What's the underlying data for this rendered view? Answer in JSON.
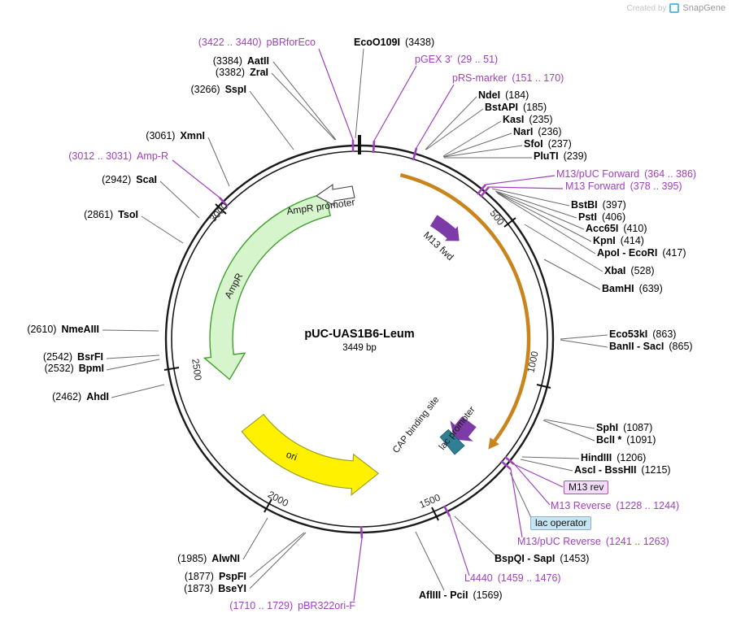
{
  "watermark": {
    "created_by": "Created by",
    "brand": "SnapGene"
  },
  "plasmid": {
    "name": "pUC-UAS1B6-Leum",
    "size": "3449 bp"
  },
  "ticks": [
    "500",
    "1000",
    "1500",
    "2000",
    "2500",
    "3000"
  ],
  "features": {
    "ampr": "AmpR",
    "ampr_promoter": "AmpR promoter",
    "ori": "ori",
    "m13_fwd": "M13 fwd",
    "cap": "CAP binding site",
    "lac_promoter": "lac promoter"
  },
  "boxes": {
    "m13_rev": "M13 rev",
    "lac_operator": "lac operator"
  },
  "sites_left": [
    {
      "pos": "(3384)",
      "name": "AatII"
    },
    {
      "pos": "(3382)",
      "name": "ZraI"
    },
    {
      "pos": "(3266)",
      "name": "SspI"
    },
    {
      "pos": "(3061)",
      "name": "XmnI"
    },
    {
      "pos": "(2942)",
      "name": "ScaI"
    },
    {
      "pos": "(2861)",
      "name": "TsoI"
    },
    {
      "pos": "(2610)",
      "name": "NmeAIII"
    },
    {
      "pos": "(2542)",
      "name": "BsrFI"
    },
    {
      "pos": "(2532)",
      "name": "BpmI"
    },
    {
      "pos": "(2462)",
      "name": "AhdI"
    },
    {
      "pos": "(1985)",
      "name": "AlwNI"
    },
    {
      "pos": "(1877)",
      "name": "PspFI"
    },
    {
      "pos": "(1873)",
      "name": "BseYI"
    }
  ],
  "sites_right": [
    {
      "name": "EcoO109I",
      "pos": "(3438)"
    },
    {
      "name": "NdeI",
      "pos": "(184)"
    },
    {
      "name": "BstAPI",
      "pos": "(185)"
    },
    {
      "name": "KasI",
      "pos": "(235)"
    },
    {
      "name": "NarI",
      "pos": "(236)"
    },
    {
      "name": "SfoI",
      "pos": "(237)"
    },
    {
      "name": "PluTI",
      "pos": "(239)"
    },
    {
      "name": "BstBI",
      "pos": "(397)"
    },
    {
      "name": "PstI",
      "pos": "(406)"
    },
    {
      "name": "Acc65I",
      "pos": "(410)"
    },
    {
      "name": "KpnI",
      "pos": "(414)"
    },
    {
      "name": "ApoI - EcoRI",
      "pos": "(417)"
    },
    {
      "name": "XbaI",
      "pos": "(528)"
    },
    {
      "name": "BamHI",
      "pos": "(639)"
    },
    {
      "name": "Eco53kI",
      "pos": "(863)"
    },
    {
      "name": "BanII - SacI",
      "pos": "(865)"
    },
    {
      "name": "SphI",
      "pos": "(1087)"
    },
    {
      "name": "BclI *",
      "pos": "(1091)"
    },
    {
      "name": "HindIII",
      "pos": "(1206)"
    },
    {
      "name": "AscI - BssHII",
      "pos": "(1215)"
    },
    {
      "name": "BspQI - SapI",
      "pos": "(1453)"
    },
    {
      "name": "AflIII - PciI",
      "pos": "(1569)"
    }
  ],
  "primers": [
    {
      "name": "pBRforEco",
      "range": "(3422 .. 3440)"
    },
    {
      "name": "Amp-R",
      "range": "(3012 .. 3031)"
    },
    {
      "name": "pBR322ori-F",
      "range": "(1710 .. 1729)"
    },
    {
      "name": "pGEX 3'",
      "range": "(29 .. 51)"
    },
    {
      "name": "pRS-marker",
      "range": "(151 .. 170)"
    },
    {
      "name": "M13/pUC Forward",
      "range": "(364 .. 386)"
    },
    {
      "name": "M13 Forward",
      "range": "(378 .. 395)"
    },
    {
      "name": "M13 Reverse",
      "range": "(1228 .. 1244)"
    },
    {
      "name": "M13/pUC Reverse",
      "range": "(1241 .. 1263)"
    },
    {
      "name": "L4440",
      "range": "(1459 .. 1476)"
    }
  ],
  "colors": {
    "primer": "#A040C0",
    "enzyme_leader": "#6b6b6b",
    "ring": "#1a1a1a",
    "ampr_fill": "#D6F5CC",
    "ampr_stroke": "#3FA02C",
    "ori_fill": "#FFF100",
    "ori_stroke": "#9FA027",
    "misc_feature_arc": "#C9841C",
    "m13_fwd_arrow": "#7D3BA8",
    "lac_promoter_arrow": "#7D3BA8",
    "cap_fill": "#2F7F95",
    "m13_rev_box_fill": "#F2DDF8",
    "m13_rev_box_border": "#B44CC8",
    "lac_operator_box_fill": "#C7E4F2",
    "lac_operator_box_border": "#8FB4C6"
  }
}
